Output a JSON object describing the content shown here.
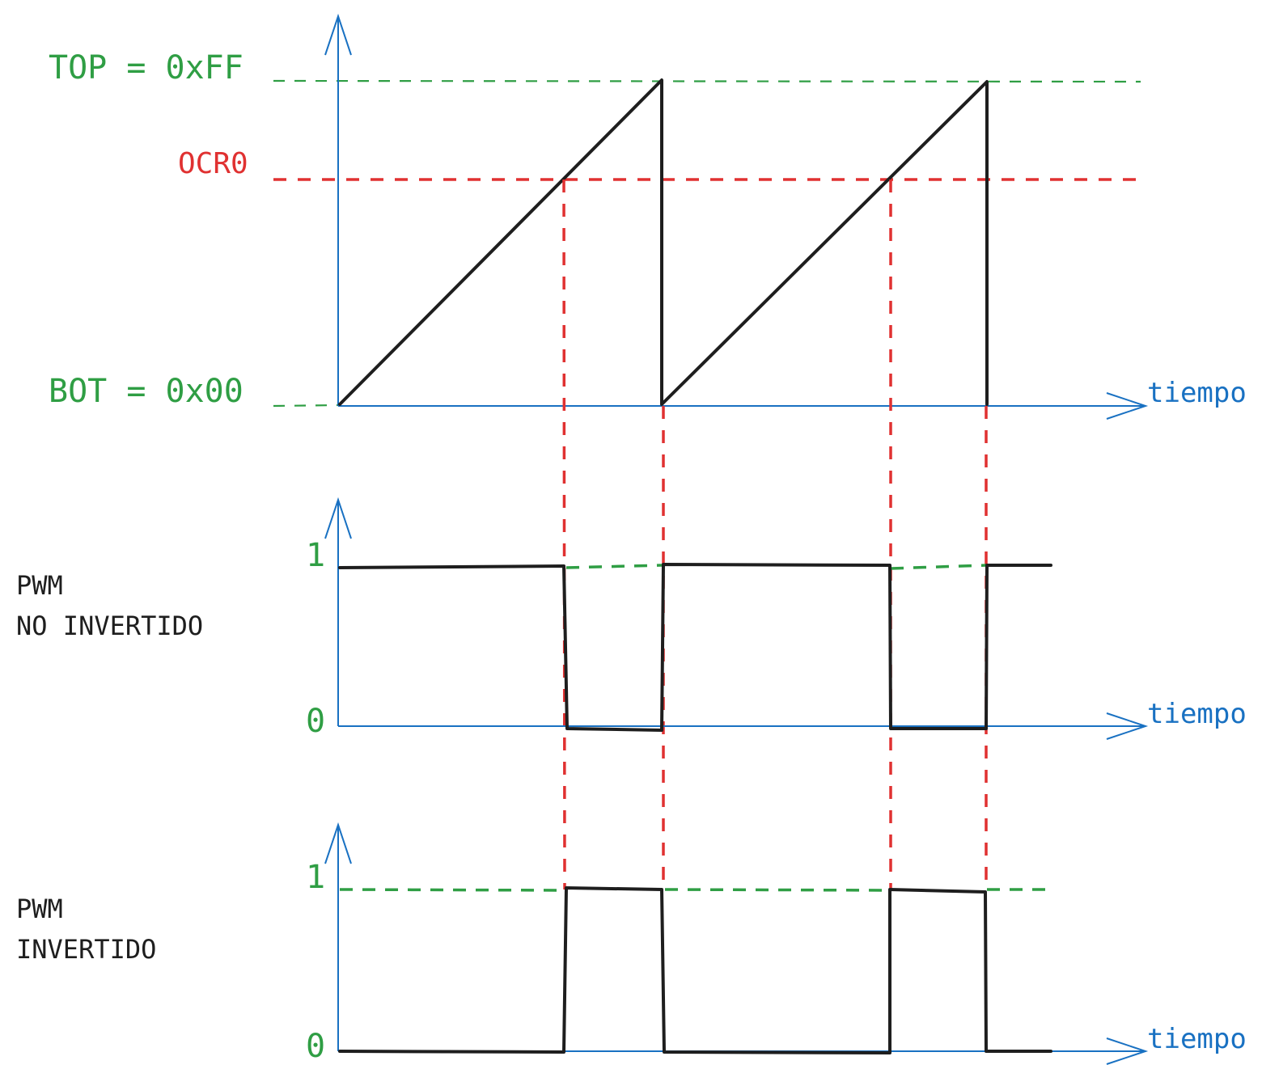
{
  "labels": {
    "top": "TOP = 0xFF",
    "ocr": "OCR0",
    "bot": "BOT = 0x00",
    "time_axis_1": "tiempo",
    "time_axis_2": "tiempo",
    "time_axis_3": "tiempo",
    "pwm_non_inverted_line1": "PWM",
    "pwm_non_inverted_line2": "NO INVERTIDO",
    "pwm_inverted_line1": "PWM",
    "pwm_inverted_line2": "INVERTIDO",
    "level_high_1": "1",
    "level_low_1": "0",
    "level_high_2": "1",
    "level_low_2": "0"
  },
  "colors": {
    "axis": "#1971c2",
    "signal": "#1e1e1e",
    "reference_green": "#2f9e44",
    "reference_red": "#e03131"
  }
}
